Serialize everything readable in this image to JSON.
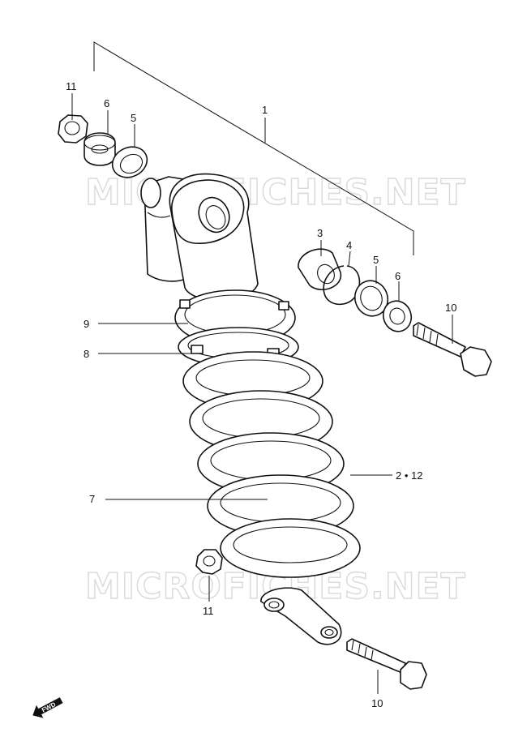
{
  "watermark": "MICROFICHES.NET",
  "fwd_label": "FWD",
  "callouts": {
    "c1": "1",
    "c2_12": "2 • 12",
    "c3": "3",
    "c4": "4",
    "c5_top": "5",
    "c5_right": "5",
    "c6_top": "6",
    "c6_right": "6",
    "c7": "7",
    "c8": "8",
    "c9": "9",
    "c10_right": "10",
    "c10_bottom": "10",
    "c11_top": "11",
    "c11_bottom": "11"
  }
}
